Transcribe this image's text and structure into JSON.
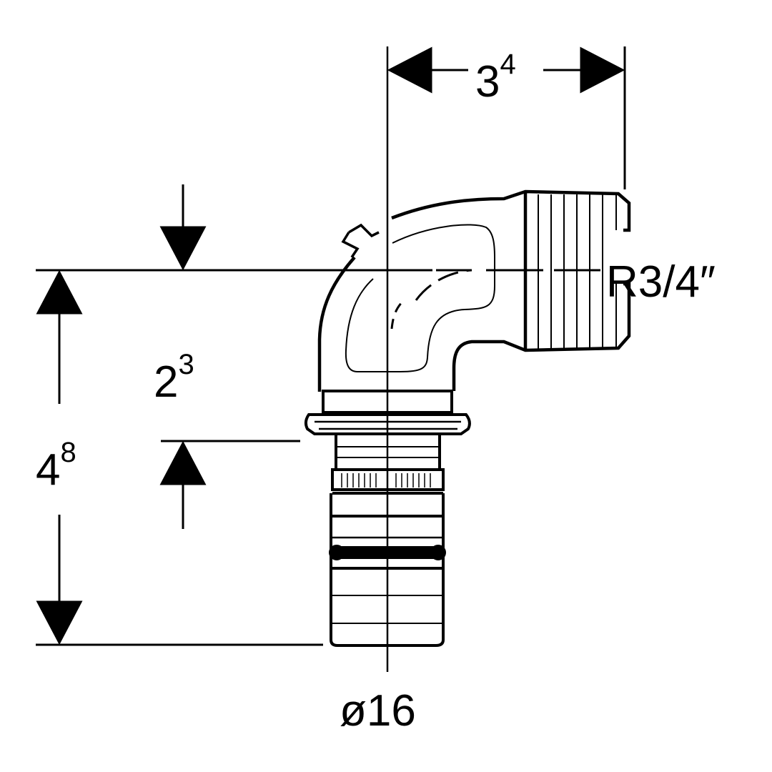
{
  "drawing": {
    "title": "Elbow fitting with male thread - dimension drawing",
    "dimensions": {
      "width_top": {
        "base": "3",
        "sup": "4"
      },
      "inner_height": {
        "base": "2",
        "sup": "3"
      },
      "total_height": {
        "base": "4",
        "sup": "8"
      }
    },
    "thread_label": "R3/4″",
    "pipe_diameter_label": "ø16"
  }
}
